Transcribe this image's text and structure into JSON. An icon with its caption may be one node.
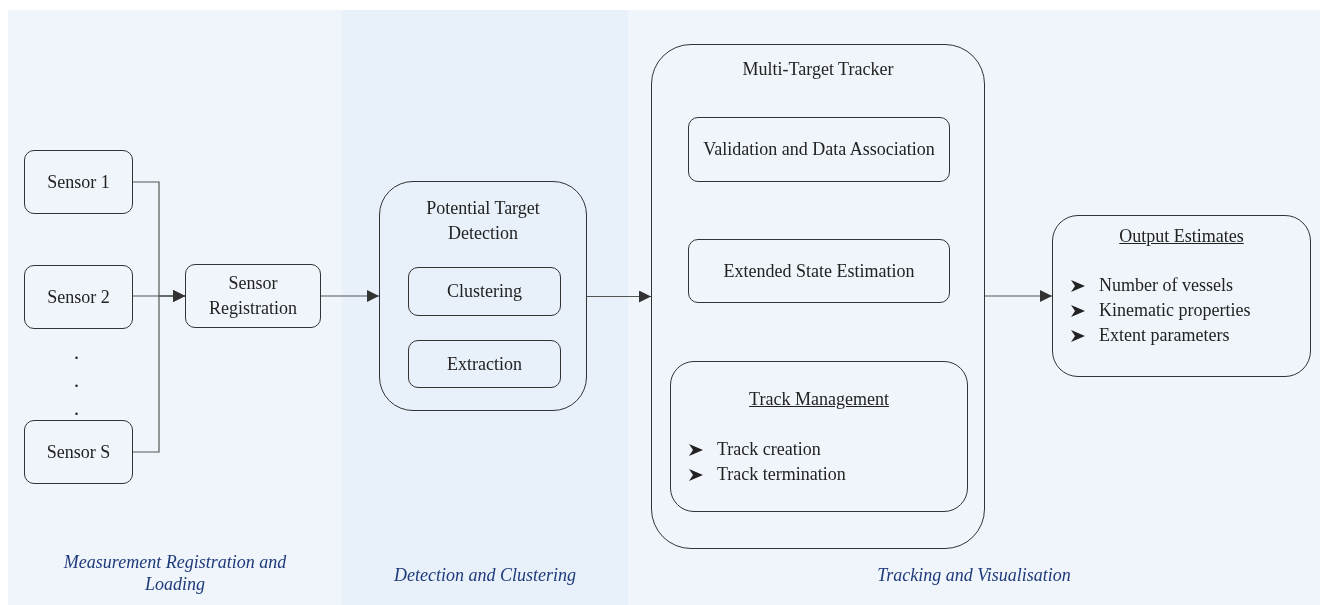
{
  "diagram": {
    "nodes": [
      {
        "text": [
          "Measurement Registration and Loading"
        ]
      },
      {
        "text": [
          "Detection and Clustering"
        ]
      },
      {
        "text": [
          "Tracking and Visualisation"
        ]
      },
      {
        "text": [
          "Sensor 1"
        ],
        "in": 0
      },
      {
        "text": [
          "Sensor 2"
        ],
        "in": 0
      },
      {
        "text": [
          "Sensor S"
        ],
        "in": 0
      },
      {
        "text": [
          "Sensor Registration"
        ],
        "in": 0
      },
      {
        "text": [
          "Potential Target Detection"
        ],
        "in": 1
      },
      {
        "text": [
          "Clustering"
        ],
        "in": 7
      },
      {
        "text": [
          "Extraction"
        ],
        "in": 7
      },
      {
        "text": [
          "Multi-Target Tracker"
        ],
        "in": 2
      },
      {
        "text": [
          "Validation and Data Association"
        ],
        "in": 10
      },
      {
        "text": [
          "Extended State Estimation"
        ],
        "in": 10
      },
      {
        "text": [
          "Track Management",
          "Track creation",
          "Track termination"
        ],
        "in": 10
      },
      {
        "text": [
          "Output Estimates",
          "Number of vessels",
          "Kinematic properties",
          "Extent parameters"
        ],
        "in": 2
      }
    ],
    "edges": [
      {
        "from": 3,
        "to": 6,
        "arrow": "to"
      },
      {
        "from": 4,
        "to": 6,
        "arrow": "to"
      },
      {
        "from": 5,
        "to": 6,
        "arrow": "to"
      },
      {
        "from": 6,
        "to": 7,
        "arrow": "to"
      },
      {
        "from": 7,
        "to": 10,
        "arrow": "to"
      },
      {
        "from": 10,
        "to": 14,
        "arrow": "to"
      }
    ],
    "labels": [
      ".",
      ".",
      "."
    ]
  }
}
